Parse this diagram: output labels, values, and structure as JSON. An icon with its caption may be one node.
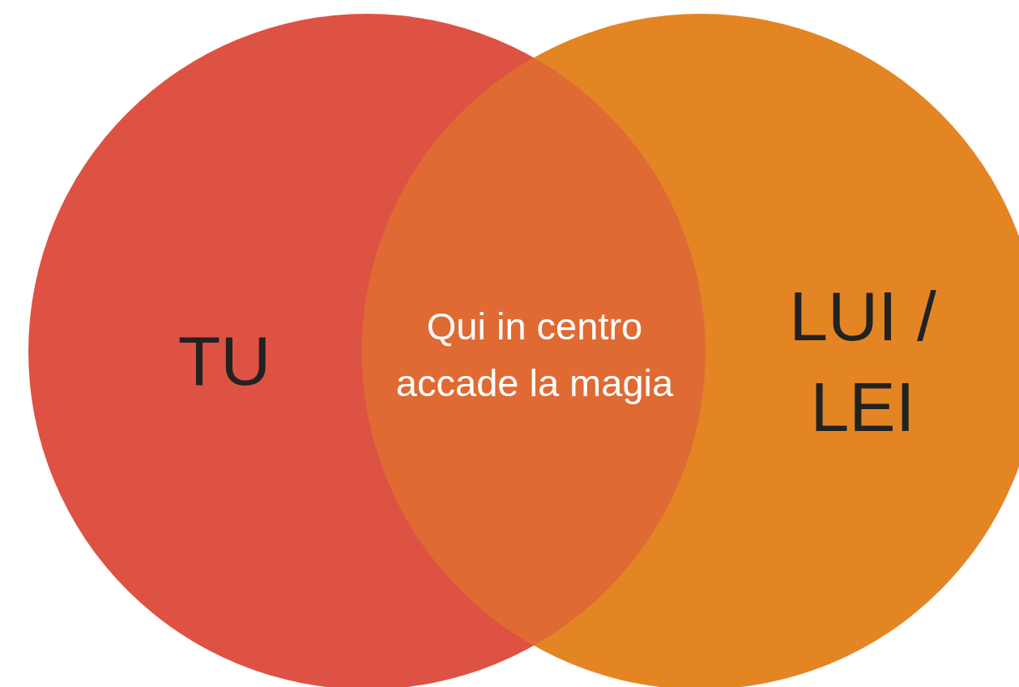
{
  "diagram": {
    "nodes": [
      {
        "text": [
          "TU"
        ]
      },
      {
        "text": [
          "LUI / LEI"
        ]
      },
      {
        "text": [
          "Qui in centro accade la magia"
        ]
      }
    ]
  }
}
